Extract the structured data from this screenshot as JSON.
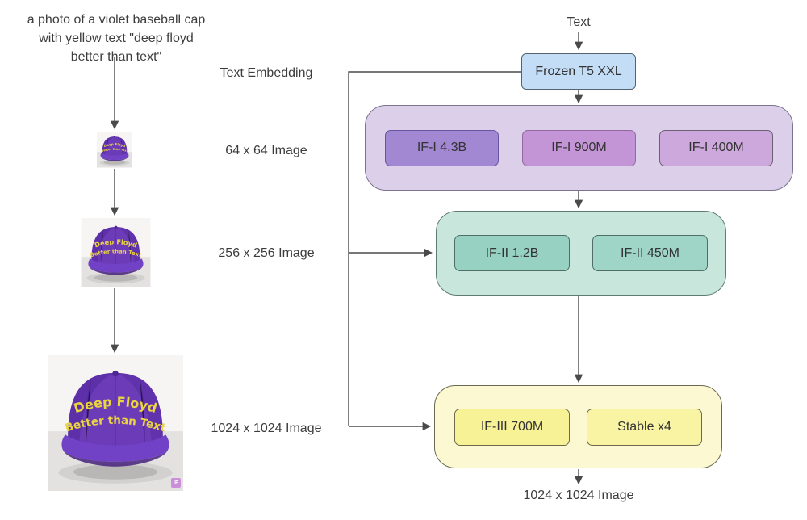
{
  "prompt": {
    "line1": "a photo of a violet baseball cap",
    "line2": "with yellow text \"deep floyd",
    "line3": "better than text\""
  },
  "cap": {
    "text_line1": "Deep Floyd",
    "text_line2": "Better than Text",
    "watermark": "IF",
    "cap_color": "#6C3CB8",
    "text_color": "#EBD53F"
  },
  "stage_labels": {
    "embedding": "Text Embedding",
    "img64": "64 x 64 Image",
    "img256": "256 x 256 Image",
    "img1024": "1024 x 1024 Image"
  },
  "pipeline": {
    "input_label": "Text",
    "output_label": "1024 x 1024 Image",
    "encoder": {
      "label": "Frozen T5 XXL",
      "fill": "#C3DDF6",
      "border": "#55636f"
    },
    "stage1": {
      "fill": "#DBCFEA",
      "border": "#7b7390",
      "models": [
        {
          "label": "IF-I 4.3B",
          "fill": "#A287D2",
          "border": "#6a55a0"
        },
        {
          "label": "IF-I 900M",
          "fill": "#C495D6",
          "border": "#93689f"
        },
        {
          "label": "IF-I 400M",
          "fill": "#CCA8DC",
          "border": "#6b6173"
        }
      ]
    },
    "stage2": {
      "fill": "#C8E6DC",
      "border": "#5e7c73",
      "models": [
        {
          "label": "IF-II 1.2B",
          "fill": "#97D1C1",
          "border": "#4f6f66"
        },
        {
          "label": "IF-II 450M",
          "fill": "#9ED5C7",
          "border": "#4f6f66"
        }
      ]
    },
    "stage3": {
      "fill": "#FBF8D2",
      "border": "#6c6950",
      "models": [
        {
          "label": "IF-III 700M",
          "fill": "#F7F295",
          "border": "#6c6950"
        },
        {
          "label": "Stable x4",
          "fill": "#F8F4A3",
          "border": "#6c6950"
        }
      ]
    }
  }
}
